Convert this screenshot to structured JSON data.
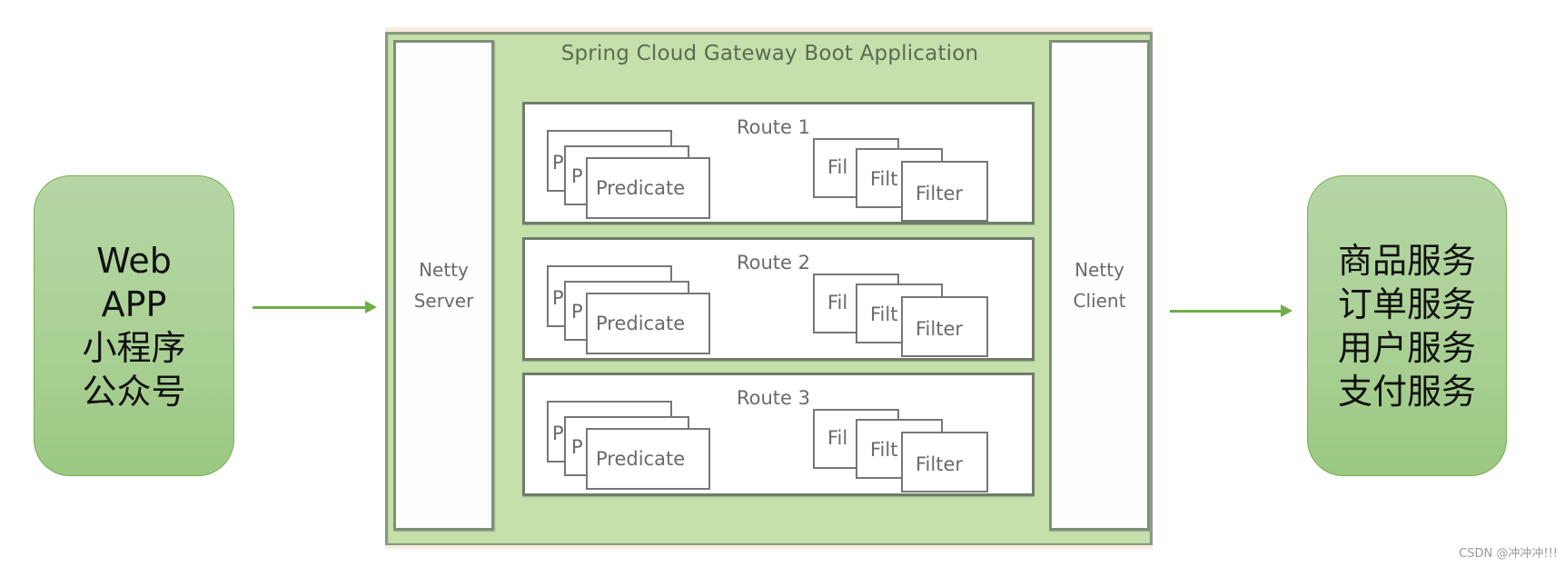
{
  "clients": {
    "lines": [
      "Web",
      "APP",
      "小程序",
      "公众号"
    ]
  },
  "services": {
    "lines": [
      "商品服务",
      "订单服务",
      "用户服务",
      "支付服务"
    ]
  },
  "gateway": {
    "title": "Spring Cloud Gateway Boot Application",
    "netty_server": [
      "Netty",
      "Server"
    ],
    "netty_client": [
      "Netty",
      "Client"
    ],
    "routes": [
      {
        "label": "Route 1",
        "predicates": {
          "back_label": "P",
          "mid_label": "P",
          "front_label": "Predicate"
        },
        "filters": {
          "back_label": "Fil",
          "mid_label": "Filt",
          "front_label": "Filter"
        }
      },
      {
        "label": "Route 2",
        "predicates": {
          "back_label": "P",
          "mid_label": "P",
          "front_label": "Predicate"
        },
        "filters": {
          "back_label": "Fil",
          "mid_label": "Filt",
          "front_label": "Filter"
        }
      },
      {
        "label": "Route 3",
        "predicates": {
          "back_label": "P",
          "mid_label": "P",
          "front_label": "Predicate"
        },
        "filters": {
          "back_label": "Fil",
          "mid_label": "Filt",
          "front_label": "Filter"
        }
      }
    ]
  },
  "colors": {
    "accent_green": "#70ad47",
    "gateway_fill": "#c5e0ab",
    "endpoint_fill": "#a9d093"
  },
  "watermark": "CSDN @冲冲冲!!!"
}
